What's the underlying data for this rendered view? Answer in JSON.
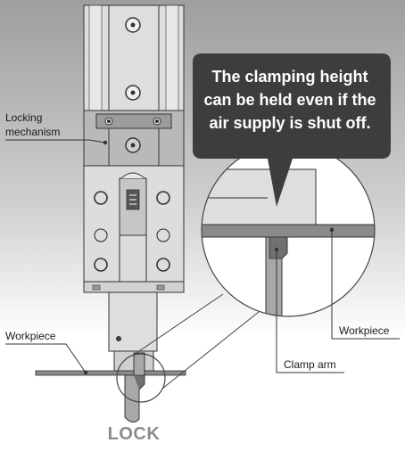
{
  "callout": {
    "lines": [
      "The clamping height",
      "can be held even if the",
      "air supply is shut off."
    ]
  },
  "labels": {
    "locking_line1": "Locking",
    "locking_line2": "mechanism",
    "workpiece_left": "Workpiece",
    "workpiece_right": "Workpiece",
    "clamp_arm": "Clamp arm"
  },
  "caption": "LOCK",
  "colors": {
    "callout_bg": "#3d3d3d",
    "body_light": "#dddddd",
    "body_mid": "#b9b9b9",
    "caption_gray": "#8c8c8c"
  }
}
